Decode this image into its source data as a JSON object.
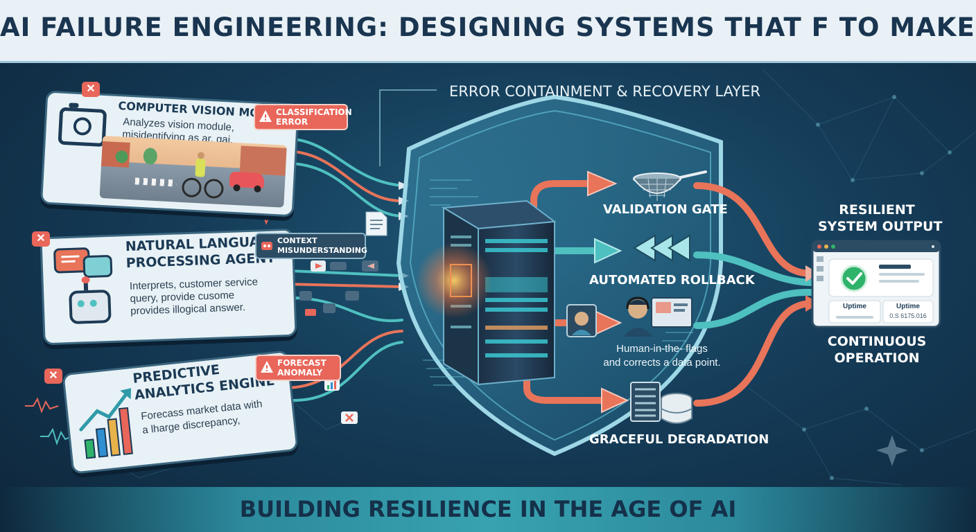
{
  "title": "AI FAILURE ENGINEERING: DESIGNING SYSTEMS THAT F TO MAKE MISTAKES",
  "footer": "BUILDING RESILIENCE IN THE AGE OF AI",
  "containment_label": "ERROR CONTAINMENT & RECOVERY LAYER",
  "modules": {
    "vision": {
      "title": "COMPUTER VISION MODULE",
      "desc": "Analyzes vision module, misidentifying as ar, gai.",
      "badge": "CLASSIFICATION ERROR"
    },
    "nlp": {
      "title_1": "NATURAL LANGUAGE",
      "title_2": "PROCESSING AGENT",
      "desc_1": "Interprets, customer service",
      "desc_2": "query, provide cusome",
      "desc_3": "provides illogical answer.",
      "badge": "CONTEXT MISUNDERSTANDING"
    },
    "predictive": {
      "title_1": "PREDICTIVE",
      "title_2": "ANALYTICS ENGINE",
      "desc_1": "Forecass market data with",
      "desc_2": "a lharge discrepancy,",
      "badge": "FORECAST ANOMALY"
    }
  },
  "mechanisms": {
    "validation": "VALIDATION GATE",
    "rollback": "AUTOMATED ROLLBACK",
    "human_1": "Human-in-the- flags",
    "human_2": "and corrects a data point.",
    "degradation": "GRACEFUL DEGRADATION"
  },
  "output": {
    "title_1": "RESILIENT",
    "title_2": "SYSTEM OUTPUT",
    "stat_1": "Uptime",
    "stat_2": "Uptime",
    "stat_2_value": "0.S 6175.016",
    "footer_1": "CONTINUOUS",
    "footer_2": "OPERATION"
  },
  "colors": {
    "accent_orange": "#e8745a",
    "accent_teal": "#4fc0c0",
    "alert_red": "#e8665a",
    "success_green": "#2fb36b"
  }
}
